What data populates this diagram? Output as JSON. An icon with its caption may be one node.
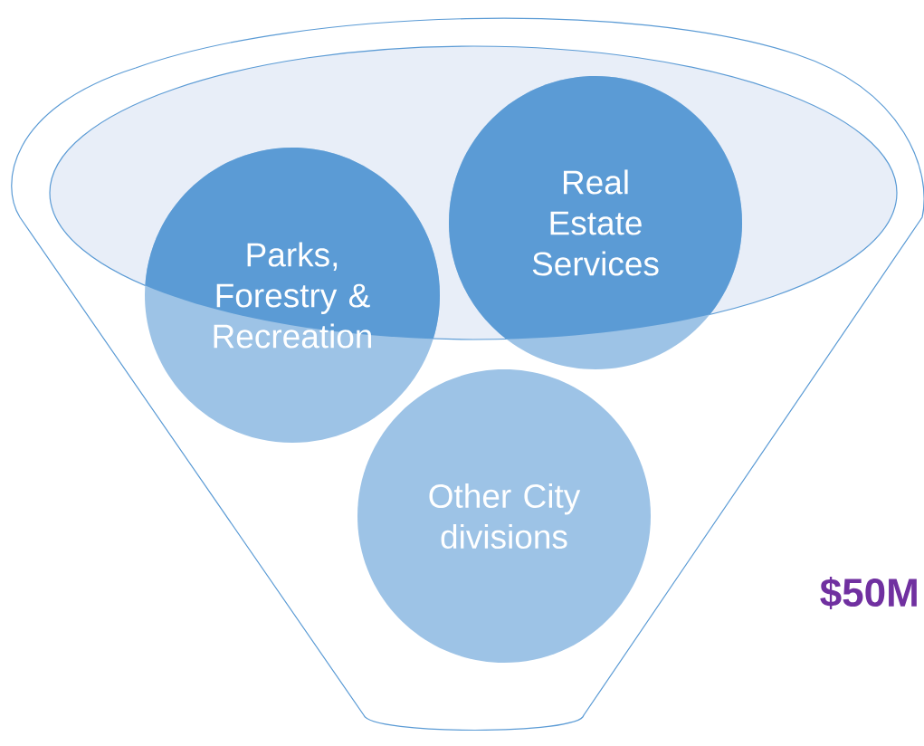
{
  "diagram": {
    "nodes": [
      {
        "text": [
          "Parks, Forestry & Recreation"
        ]
      },
      {
        "text": [
          "Real Estate Services"
        ]
      },
      {
        "text": [
          "Other City divisions"
        ]
      }
    ],
    "labels": [
      "$50M"
    ]
  }
}
